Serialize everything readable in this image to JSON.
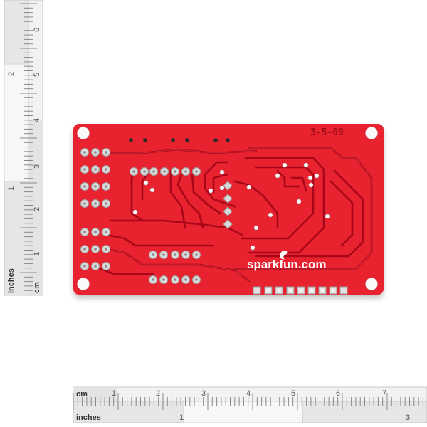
{
  "image": {
    "subject": "red circuit board, back side, beside measuring rulers",
    "board": {
      "silkscreen_logo": "sparkfun.com",
      "revision_date": "3-5-09",
      "colors": {
        "board": "#e8202e",
        "trace": "#a8071a",
        "silk": "#ffffff",
        "pad": "#d9d9d9"
      }
    },
    "ruler_vertical": {
      "inch_label": "inches",
      "cm_label": "cm",
      "inch_ticks": [
        "1",
        "2"
      ],
      "cm_ticks": [
        "1",
        "2",
        "3",
        "4",
        "5",
        "6"
      ]
    },
    "ruler_horizontal": {
      "cm_label": "cm",
      "inch_label": "inches",
      "cm_ticks": [
        "1",
        "2",
        "3",
        "4",
        "5",
        "6",
        "7"
      ],
      "inch_ticks": [
        "1",
        "3"
      ]
    }
  }
}
